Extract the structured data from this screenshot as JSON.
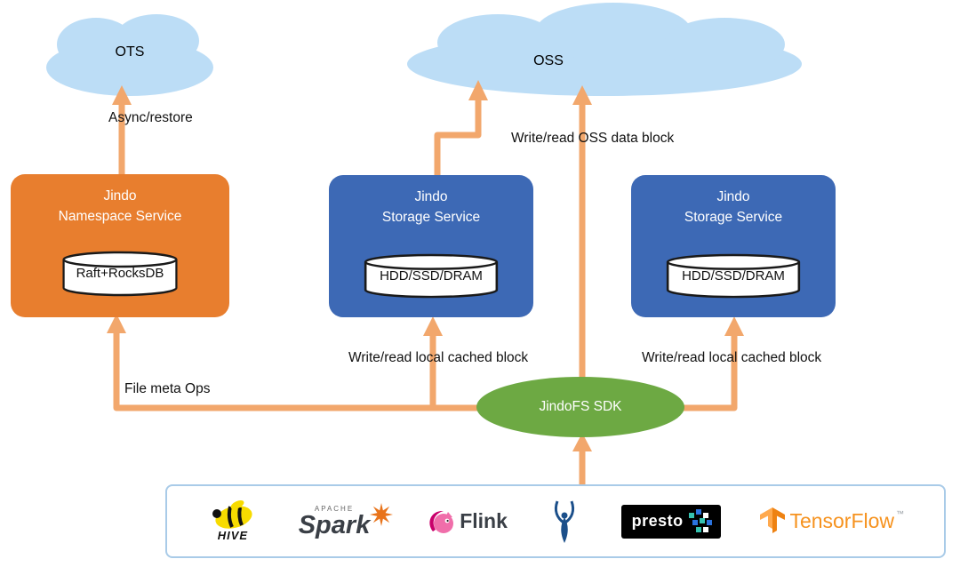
{
  "colors": {
    "cloud": "#BCDDF6",
    "namespace_box": "#E87E2E",
    "storage_box": "#3D69B5",
    "sdk_ellipse": "#6DA943",
    "arrow": "#F2A76C",
    "engines_border": "#A9CBE8",
    "presto_bg": "#000000",
    "tensorflow_orange": "#F6921E"
  },
  "clouds": {
    "ots": {
      "label": "OTS"
    },
    "oss": {
      "label": "OSS"
    }
  },
  "nodes": {
    "namespace": {
      "title1": "Jindo",
      "title2": "Namespace Service",
      "store": "Raft+RocksDB"
    },
    "storage1": {
      "title1": "Jindo",
      "title2": "Storage Service",
      "store": "HDD/SSD/DRAM"
    },
    "storage2": {
      "title1": "Jindo",
      "title2": "Storage Service",
      "store": "HDD/SSD/DRAM"
    },
    "sdk": {
      "label": "JindoFS SDK"
    }
  },
  "edge_labels": {
    "async_restore": "Async/restore",
    "write_read_oss": "Write/read OSS data block",
    "write_read_local_left": "Write/read local cached block",
    "write_read_local_right": "Write/read local cached block",
    "file_meta_ops": "File meta Ops"
  },
  "engines": {
    "hive": {
      "label": "HIVE"
    },
    "spark": {
      "eyebrow": "APACHE",
      "label": "Spark"
    },
    "flink": {
      "label": "Flink"
    },
    "presto": {
      "label": "presto"
    },
    "tensorflow": {
      "label": "TensorFlow",
      "tm": "™"
    }
  }
}
